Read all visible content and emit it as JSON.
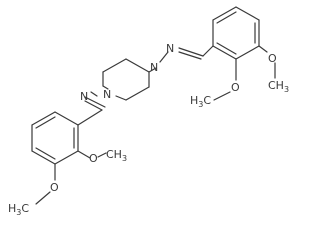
{
  "molecule": {
    "atoms": {
      "N_pip_top": "N",
      "N_pip_bottom": "N",
      "N_imine_top": "N",
      "N_imine_bottom": "N",
      "O_top_ortho": "O",
      "O_top_meta": "O",
      "O_bottom_ortho": "O",
      "O_bottom_meta": "O",
      "methyl_top_ortho": {
        "main": "H",
        "sub": "3",
        "tail": "C"
      },
      "methyl_bottom_ortho": {
        "main": "CH",
        "sub": "3"
      },
      "methyl_top_meta": {
        "main": "CH",
        "sub": "3"
      },
      "methyl_bottom_meta": {
        "main": "H",
        "sub": "3",
        "tail": "C"
      }
    }
  }
}
